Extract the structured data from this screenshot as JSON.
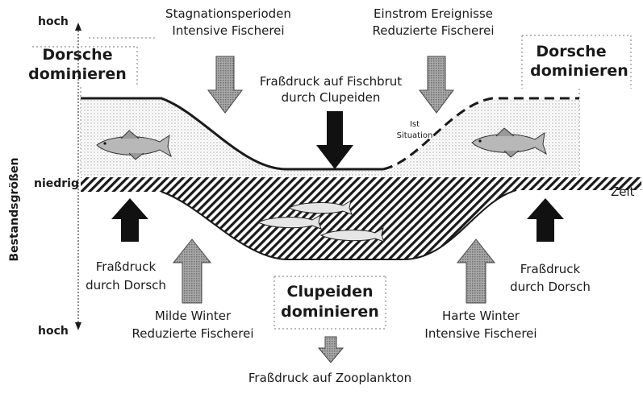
{
  "axis": {
    "y_label": "Bestandsgrößen",
    "high_top": "hoch",
    "low_mid": "niedrig",
    "high_bottom": "hoch",
    "x_label": "Zeit"
  },
  "top": {
    "stagnation_line1": "Stagnationsperioden",
    "stagnation_line2": "Intensive Fischerei",
    "inflow_line1": "Einstrom Ereignisse",
    "inflow_line2": "Reduzierte Fischerei",
    "pressure_line1": "Fraßdruck auf Fischbrut",
    "pressure_line2": "durch Clupeiden",
    "ist_line1": "Ist",
    "ist_line2": "Situation"
  },
  "boxes": {
    "cod_left_line1": "Dorsche",
    "cod_left_line2": "dominieren",
    "cod_right_line1": "Dorsche",
    "cod_right_line2": "dominieren",
    "clupeid_line1": "Clupeiden",
    "clupeid_line2": "dominieren"
  },
  "bottom": {
    "cod_pressure_left_line1": "Fraßdruck",
    "cod_pressure_left_line2": "durch Dorsch",
    "cod_pressure_right_line1": "Fraßdruck",
    "cod_pressure_right_line2": "durch Dorsch",
    "mild_line1": "Milde Winter",
    "mild_line2": "Reduzierte Fischerei",
    "hard_line1": "Harte Winter",
    "hard_line2": "Intensive Fischerei",
    "zooplankton": "Fraßdruck auf Zooplankton"
  },
  "colors": {
    "ink": "#1a1a1a",
    "stipple": "#dcdcdc",
    "arrow_gray": "#8a8a8a",
    "arrow_black": "#111111"
  }
}
